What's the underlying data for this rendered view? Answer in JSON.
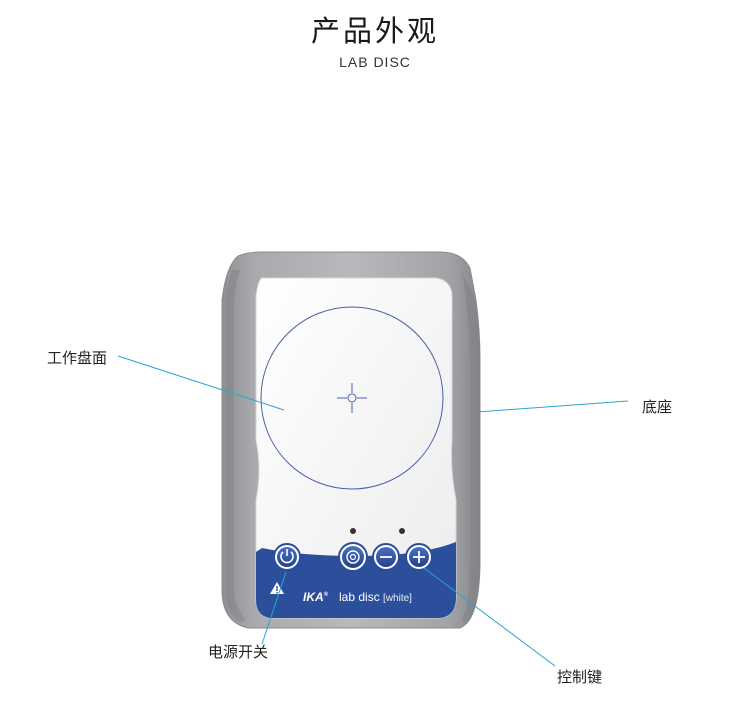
{
  "header": {
    "title": "产品外观",
    "subtitle": "LAB DISC"
  },
  "callouts": {
    "work_plate": "工作盘面",
    "base": "底座",
    "power_switch": "电源开关",
    "control_keys": "控制键"
  },
  "device": {
    "brand": "IKA",
    "brand_mark": "®",
    "model": "lab disc",
    "variant": "[white]"
  },
  "colors": {
    "accent_line": "#2aa3d4",
    "panel_blue": "#2c4f9c",
    "shell_gray": "#9a9b9e",
    "plate_white": "#f4f4f4"
  }
}
